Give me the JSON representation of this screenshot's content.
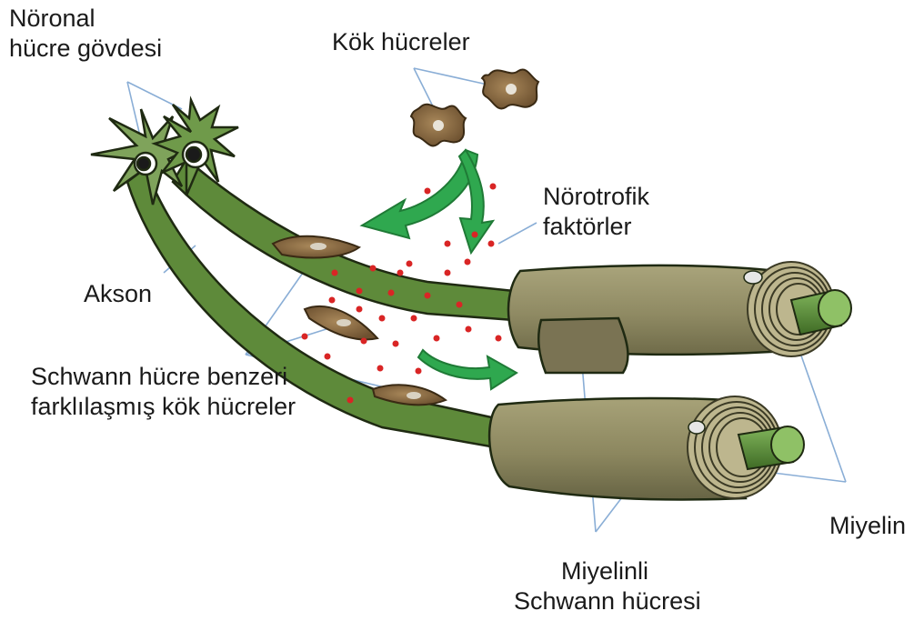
{
  "labels": {
    "neuronal_body": [
      "Nöronal",
      "hücre gövdesi"
    ],
    "stem_cells": "Kök hücreler",
    "neurotrophic": [
      "Nörotrofik",
      "faktörler"
    ],
    "axon": "Akson",
    "schwann_like": [
      "Schwann hücre benzeri",
      "farklılaşmış kök hücreler"
    ],
    "myelin": "Miyelin",
    "myelinated_schwann": [
      "Miyelinli",
      "Schwann hücresi"
    ]
  },
  "colors": {
    "axon_green": "#5e8a3a",
    "sheath": "#8f8a63",
    "stem_cell": "#8c6a3c",
    "factor_dot": "#d92525",
    "arrow_green": "#2fa84f",
    "leader_line": "#8aaed6"
  }
}
